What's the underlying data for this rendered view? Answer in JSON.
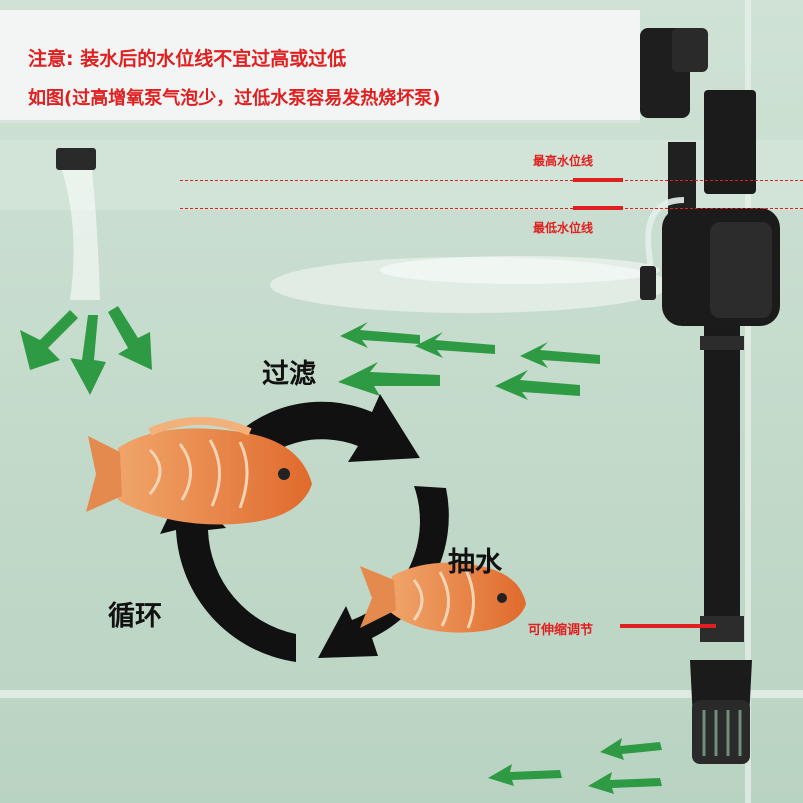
{
  "notice": {
    "line1": "注意: 装水后的水位线不宜过高或过低",
    "line2": "如图(过高增氧泵气泡少，过低水泵容易发热烧坏泵)"
  },
  "water_levels": {
    "high_label": "最高水位线",
    "low_label": "最低水位线"
  },
  "cycle": {
    "filter_label": "过滤",
    "pump_label": "抽水",
    "cycle_label": "循环"
  },
  "pump": {
    "adjustable_label": "可伸缩调节"
  },
  "colors": {
    "water": "#c8dccd",
    "accent_red": "#e02020",
    "flow_arrow_green": "#2f9a44",
    "cycle_arrow": "#111111",
    "fish": "#e8843e",
    "pump_body": "#1b1b1b"
  }
}
